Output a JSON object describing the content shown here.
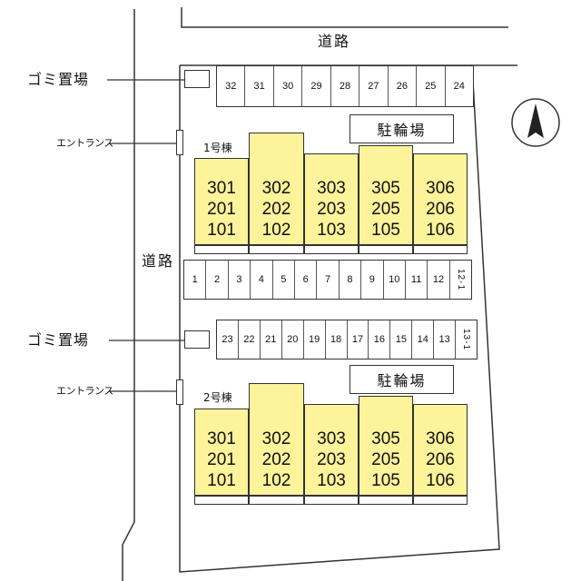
{
  "labels": {
    "road_top": "道路",
    "road_left": "道路",
    "gomi_1": "ゴミ置場",
    "gomi_2": "ゴミ置場",
    "entrance_1": "エントランス",
    "entrance_2": "エントランス",
    "bike_parking_1": "駐輪場",
    "bike_parking_2": "駐輪場",
    "building_1": "1号棟",
    "building_2": "2号棟"
  },
  "parking": {
    "row_top": [
      "32",
      "31",
      "30",
      "29",
      "28",
      "27",
      "26",
      "25",
      "24"
    ],
    "row_middle": [
      "1",
      "2",
      "3",
      "4",
      "5",
      "6",
      "7",
      "8",
      "9",
      "10",
      "11",
      "12",
      "12-1"
    ],
    "row_lower": [
      "23",
      "22",
      "21",
      "20",
      "19",
      "18",
      "17",
      "16",
      "15",
      "14",
      "13",
      "13-1"
    ]
  },
  "building_1_units": [
    [
      "301",
      "201",
      "101"
    ],
    [
      "302",
      "202",
      "102"
    ],
    [
      "303",
      "203",
      "103"
    ],
    [
      "305",
      "205",
      "105"
    ],
    [
      "306",
      "206",
      "106"
    ]
  ],
  "building_2_units": [
    [
      "301",
      "201",
      "101"
    ],
    [
      "302",
      "202",
      "102"
    ],
    [
      "303",
      "203",
      "103"
    ],
    [
      "305",
      "205",
      "105"
    ],
    [
      "306",
      "206",
      "106"
    ]
  ],
  "colors": {
    "unit_fill": "#fcf39a",
    "line": "#333333"
  },
  "icons": {
    "north_arrow": "north-arrow-icon"
  }
}
